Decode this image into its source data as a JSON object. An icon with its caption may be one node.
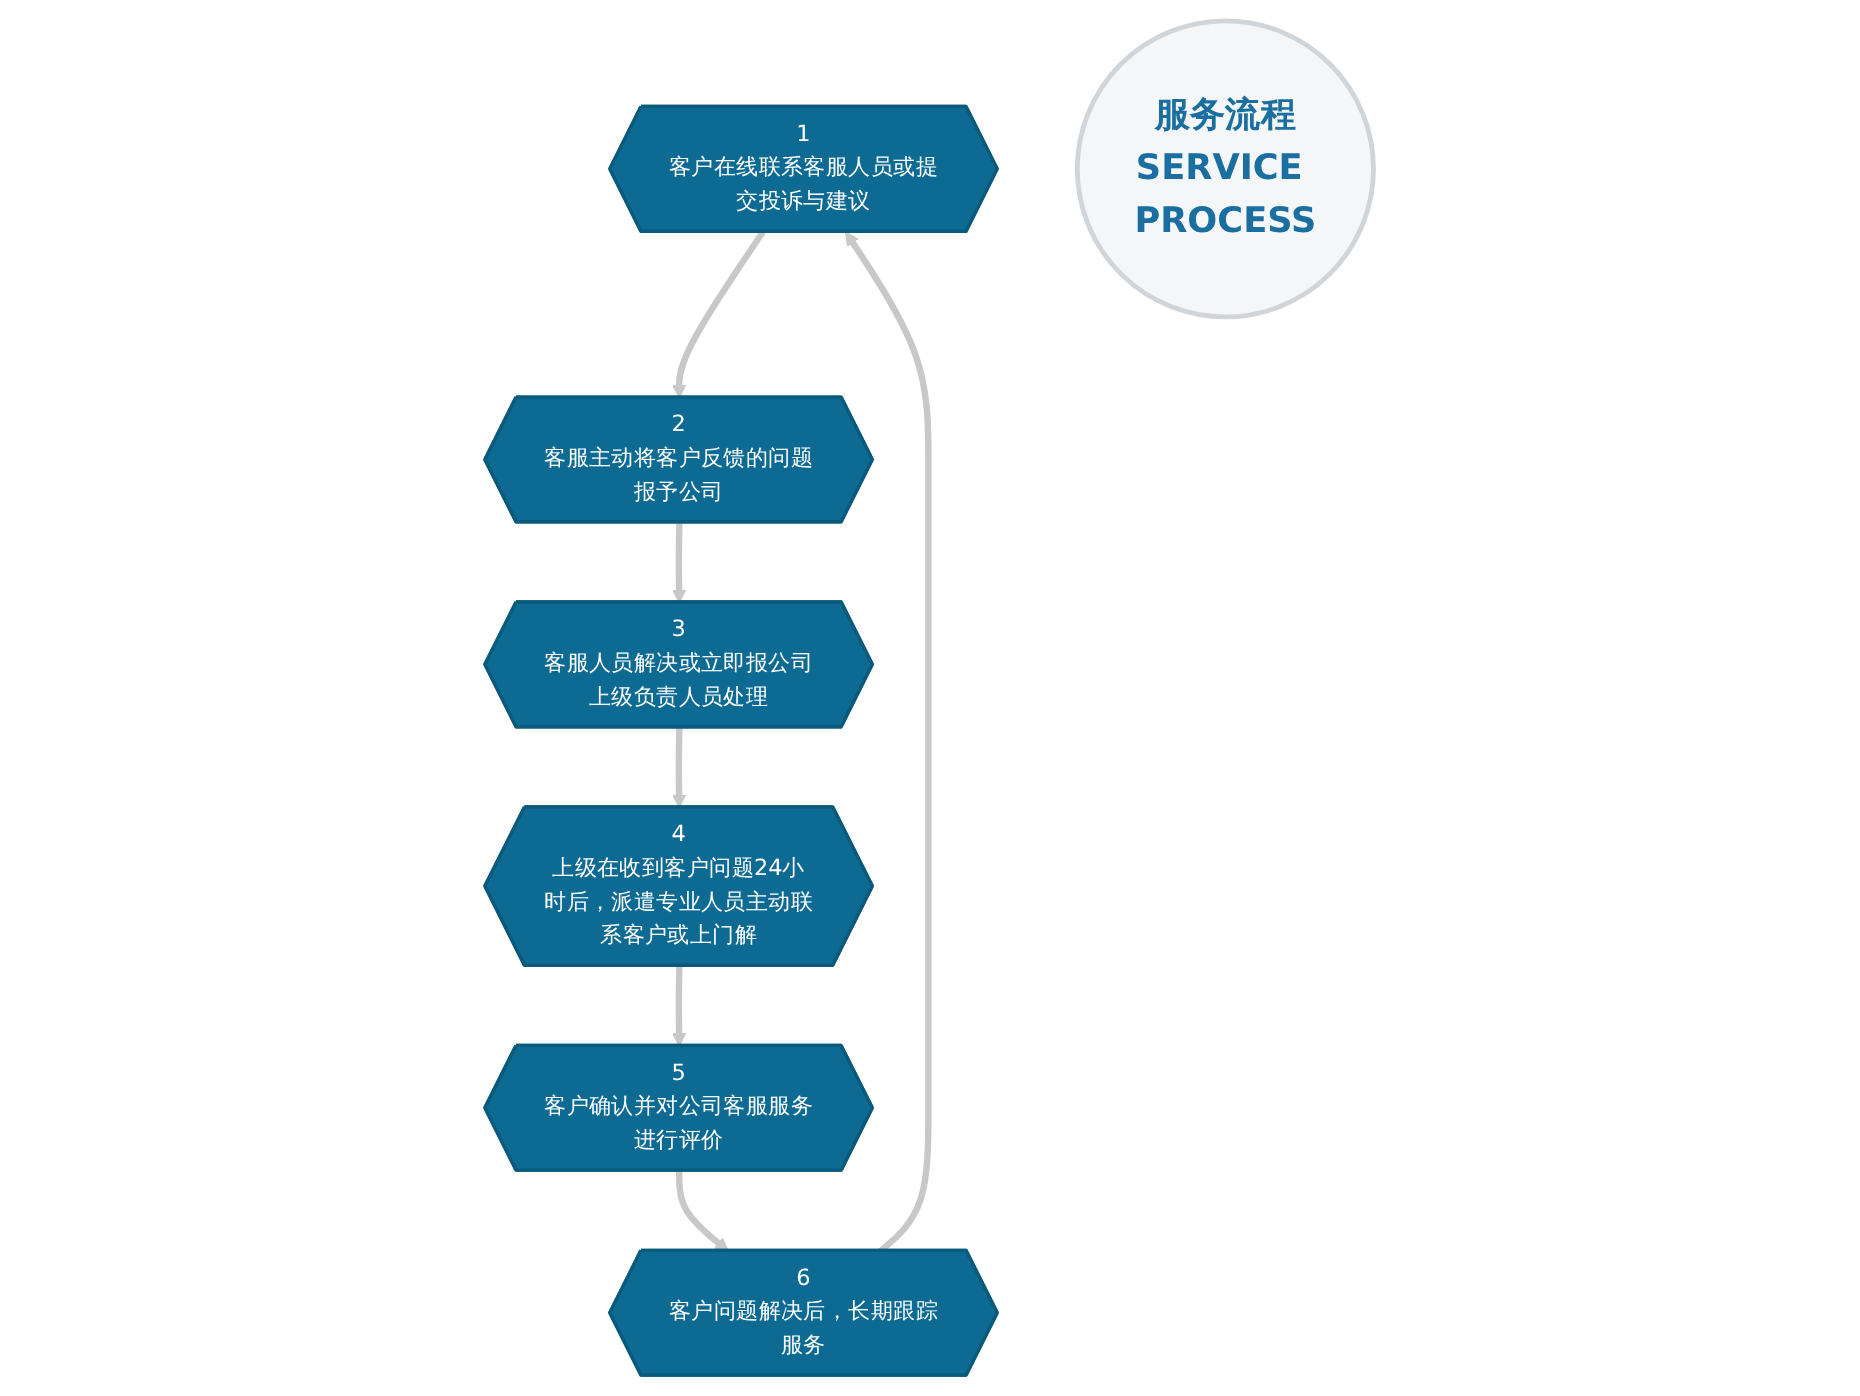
{
  "diagram": {
    "nodes": [
      {
        "text": [
          "1",
          "客户在线联系客服人员或提交投诉与建议"
        ]
      },
      {
        "text": [
          "2",
          "客服主动将客户反馈的问题报予公司"
        ]
      },
      {
        "text": [
          "3",
          "客服人员解决或立即报公司上级负责人员处理"
        ]
      },
      {
        "text": [
          "4",
          "上级在收到客户问题24小时后，派遣专业人员主动联系客户或上门解"
        ]
      },
      {
        "text": [
          "5",
          "客户确认并对公司客服服务进行评价"
        ]
      },
      {
        "text": [
          "6",
          "客户问题解决后，长期跟踪服务"
        ]
      },
      {
        "text": [
          "服务流程",
          "SERVICE PROCESS"
        ]
      }
    ],
    "edges": [
      {
        "from": 0,
        "to": 1,
        "arrow": "to"
      },
      {
        "from": 1,
        "to": 2,
        "arrow": "to"
      },
      {
        "from": 2,
        "to": 3,
        "arrow": "to"
      },
      {
        "from": 3,
        "to": 4,
        "arrow": "to"
      },
      {
        "from": 4,
        "to": 5,
        "arrow": "to"
      },
      {
        "from": 5,
        "to": 0,
        "arrow": "to"
      }
    ]
  }
}
